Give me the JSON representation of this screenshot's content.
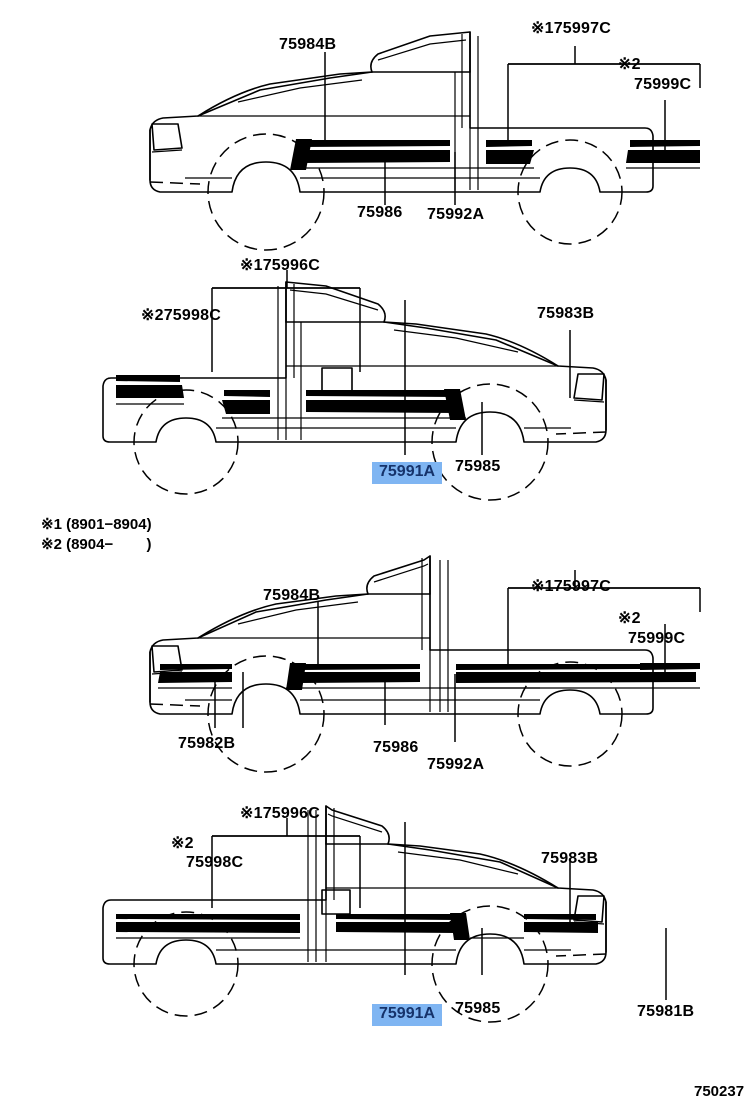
{
  "document": {
    "type": "vehicle-parts-illustration",
    "subject": "Pickup truck body side stripe / decal assembly",
    "corner_code": "750237"
  },
  "footnotes": {
    "line1": "※1 (8901−8904)",
    "line2": "※2 (8904−        )"
  },
  "panels": [
    {
      "id": "panel-1",
      "view": "extra-cab, facing left, 8901-8904 variant",
      "labels": [
        {
          "key": "p1_75984B",
          "text": "75984B"
        },
        {
          "key": "p1_175997C",
          "text": "※175997C"
        },
        {
          "key": "p1_star2",
          "text": "※2"
        },
        {
          "key": "p1_75999C",
          "text": "75999C"
        },
        {
          "key": "p1_75986",
          "text": "75986"
        },
        {
          "key": "p1_75992A",
          "text": "75992A"
        }
      ]
    },
    {
      "id": "panel-2",
      "view": "extra-cab, facing right, 8901-8904 variant",
      "labels": [
        {
          "key": "p2_175996C",
          "text": "※175996C"
        },
        {
          "key": "p2_275998C",
          "text": "※275998C"
        },
        {
          "key": "p2_75983B",
          "text": "75983B"
        },
        {
          "key": "p2_75985",
          "text": "75985"
        }
      ],
      "highlighted": [
        {
          "key": "p2_75991A",
          "text": "75991A"
        }
      ]
    },
    {
      "id": "panel-3",
      "view": "standard cab, facing left, 8904- variant",
      "labels": [
        {
          "key": "p3_75984B",
          "text": "75984B"
        },
        {
          "key": "p3_175997C",
          "text": "※175997C"
        },
        {
          "key": "p3_star2",
          "text": "※2"
        },
        {
          "key": "p3_75999C",
          "text": "75999C"
        },
        {
          "key": "p3_75982B",
          "text": "75982B"
        },
        {
          "key": "p3_75986",
          "text": "75986"
        },
        {
          "key": "p3_75992A",
          "text": "75992A"
        }
      ]
    },
    {
      "id": "panel-4",
      "view": "standard cab, facing right, 8904- variant",
      "labels": [
        {
          "key": "p4_175996C",
          "text": "※175996C"
        },
        {
          "key": "p4_star2",
          "text": "※2"
        },
        {
          "key": "p4_75998C",
          "text": "75998C"
        },
        {
          "key": "p4_75983B",
          "text": "75983B"
        },
        {
          "key": "p4_75985",
          "text": "75985"
        },
        {
          "key": "p4_75981B",
          "text": "75981B"
        }
      ],
      "highlighted": [
        {
          "key": "p4_75991A",
          "text": "75991A"
        }
      ]
    }
  ],
  "colors": {
    "line": "#000000",
    "highlight_bg": "#7fb5f2",
    "highlight_text": "#16336b",
    "background": "#ffffff"
  }
}
